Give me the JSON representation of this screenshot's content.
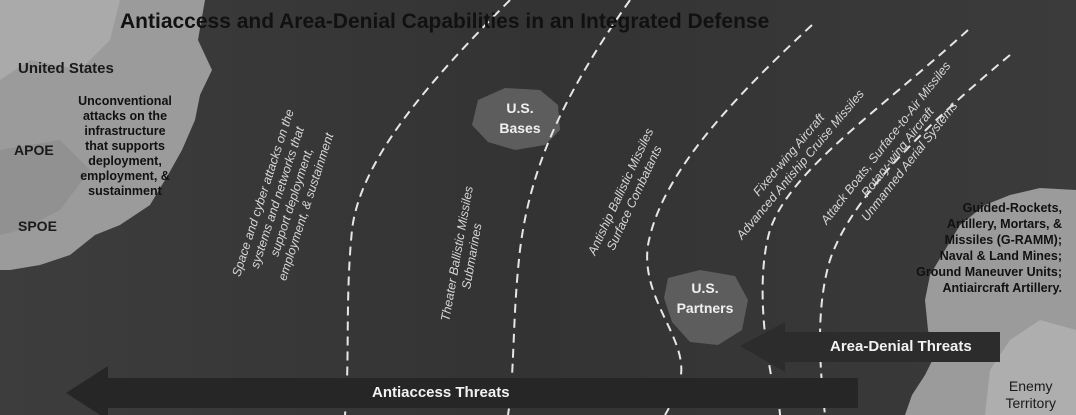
{
  "title": "Antiaccess and Area-Denial Capabilities in an Integrated Defense",
  "left_region": {
    "name": "United States",
    "apoe": "APOE",
    "spoe": "SPOE",
    "attacks_lines": [
      "Unconventional",
      "attacks on the",
      "infrastructure",
      "that supports",
      "deployment,",
      "employment, &",
      "sustainment"
    ]
  },
  "bands": [
    {
      "lines": [
        "Space and cyber attacks on the",
        "systems and networks that",
        "support deployment,",
        "employment, & sustainment"
      ]
    },
    {
      "lines": [
        "Theater Ballistic Missiles",
        "Submarines"
      ]
    },
    {
      "lines": [
        "Antiship Ballistic Missiles",
        "Surface Combatants"
      ]
    },
    {
      "lines": [
        "Fixed-wing Aircraft",
        "Advanced Antiship Cruise Missiles"
      ]
    },
    {
      "lines": [
        "Attack Boats, Surface-to-Air Missiles",
        "Rotary-wing Aircraft",
        "Unmanned Aerial Systems"
      ]
    }
  ],
  "us_bases": [
    "U.S.",
    "Bases"
  ],
  "us_partners": [
    "U.S.",
    "Partners"
  ],
  "right_list": [
    "Guided-Rockets,",
    "Artillery, Mortars, &",
    "Missiles (G-RAMM);",
    "Naval & Land Mines;",
    "Ground Maneuver Units;",
    "Antiaircraft Artillery."
  ],
  "area_denial_label": "Area-Denial Threats",
  "antiaccess_label": "Antiaccess Threats",
  "enemy_territory": [
    "Enemy",
    "Territory"
  ]
}
